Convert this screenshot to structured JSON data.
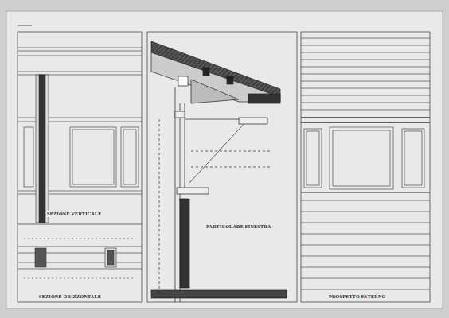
{
  "diagram": {
    "labels": [
      "SEZIONE VERTICALE",
      "SEZIONE ORIZZONTALE",
      "PARTICOLARE FINESTRA",
      "PROSPETTO ESTERNO"
    ]
  }
}
